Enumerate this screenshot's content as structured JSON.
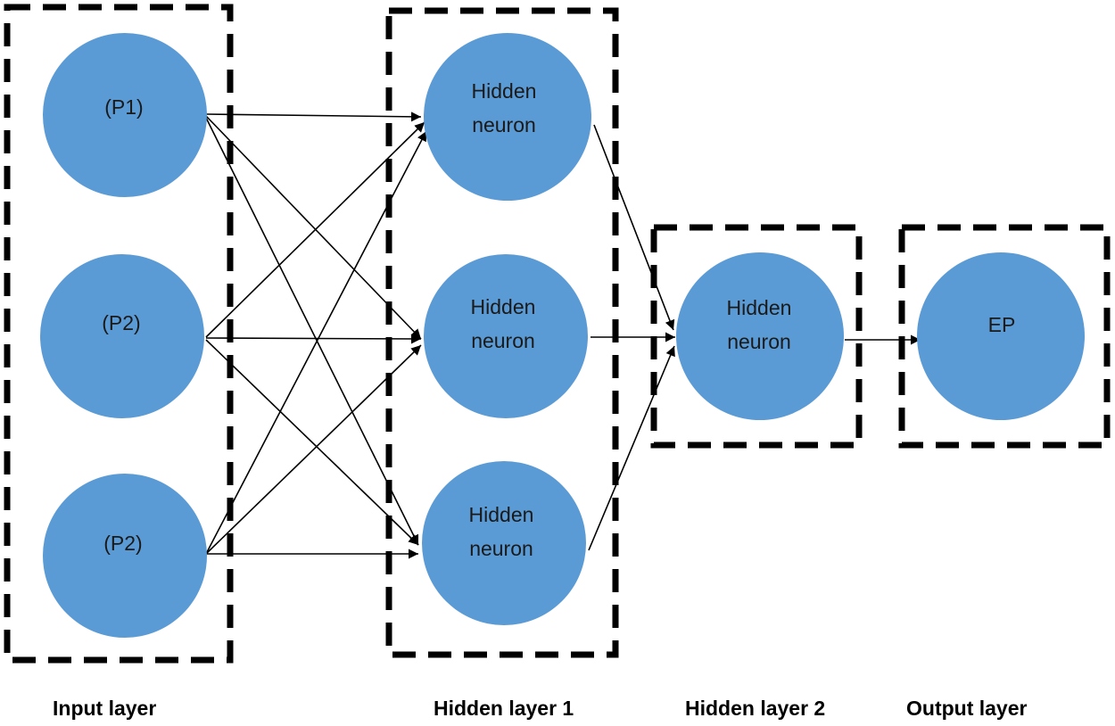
{
  "colors": {
    "node_fill": "#5b9bd5",
    "edge": "#000000",
    "box": "#000000",
    "text": "#1a1a1a"
  },
  "layers": {
    "input": {
      "label": "Input layer",
      "nodes": [
        "(P1)",
        "(P2)",
        "(P2)"
      ]
    },
    "hidden1": {
      "label": "Hidden layer 1",
      "nodes": [
        [
          "Hidden",
          "neuron"
        ],
        [
          "Hidden",
          "neuron"
        ],
        [
          "Hidden",
          "neuron"
        ]
      ]
    },
    "hidden2": {
      "label": "Hidden layer 2",
      "nodes": [
        [
          "Hidden",
          "neuron"
        ]
      ]
    },
    "output": {
      "label": "Output layer",
      "nodes": [
        "EP"
      ]
    }
  }
}
